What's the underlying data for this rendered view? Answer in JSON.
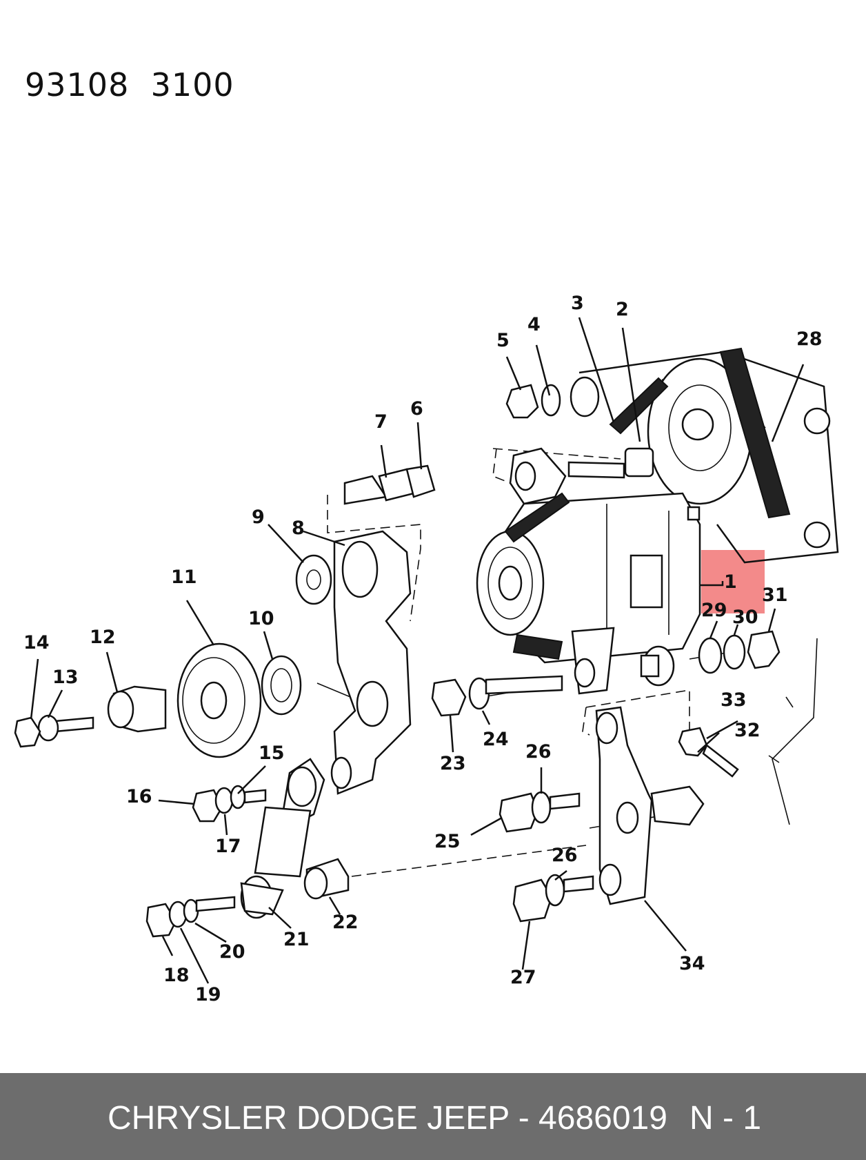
{
  "header": {
    "code": "93108  3100"
  },
  "callouts": [
    {
      "id": "1",
      "label": "1"
    },
    {
      "id": "2",
      "label": "2"
    },
    {
      "id": "3",
      "label": "3"
    },
    {
      "id": "4",
      "label": "4"
    },
    {
      "id": "5",
      "label": "5"
    },
    {
      "id": "6",
      "label": "6"
    },
    {
      "id": "7",
      "label": "7"
    },
    {
      "id": "8",
      "label": "8"
    },
    {
      "id": "9",
      "label": "9"
    },
    {
      "id": "10",
      "label": "10"
    },
    {
      "id": "11",
      "label": "11"
    },
    {
      "id": "12",
      "label": "12"
    },
    {
      "id": "13",
      "label": "13"
    },
    {
      "id": "14",
      "label": "14"
    },
    {
      "id": "15",
      "label": "15"
    },
    {
      "id": "16",
      "label": "16"
    },
    {
      "id": "17",
      "label": "17"
    },
    {
      "id": "18",
      "label": "18"
    },
    {
      "id": "19",
      "label": "19"
    },
    {
      "id": "20",
      "label": "20"
    },
    {
      "id": "21",
      "label": "21"
    },
    {
      "id": "22",
      "label": "22"
    },
    {
      "id": "23",
      "label": "23"
    },
    {
      "id": "24",
      "label": "24"
    },
    {
      "id": "25",
      "label": "25"
    },
    {
      "id": "26a",
      "label": "26"
    },
    {
      "id": "26b",
      "label": "26"
    },
    {
      "id": "27",
      "label": "27"
    },
    {
      "id": "28",
      "label": "28"
    },
    {
      "id": "29",
      "label": "29"
    },
    {
      "id": "30",
      "label": "30"
    },
    {
      "id": "31",
      "label": "31"
    },
    {
      "id": "32",
      "label": "32"
    },
    {
      "id": "33",
      "label": "33"
    },
    {
      "id": "34",
      "label": "34"
    }
  ],
  "highlight": {
    "part": "1",
    "color": "#f27d7d"
  },
  "footer": {
    "title": "CHRYSLER DODGE JEEP - 4686019",
    "page": "N - 1",
    "background": "#6d6d6d"
  }
}
